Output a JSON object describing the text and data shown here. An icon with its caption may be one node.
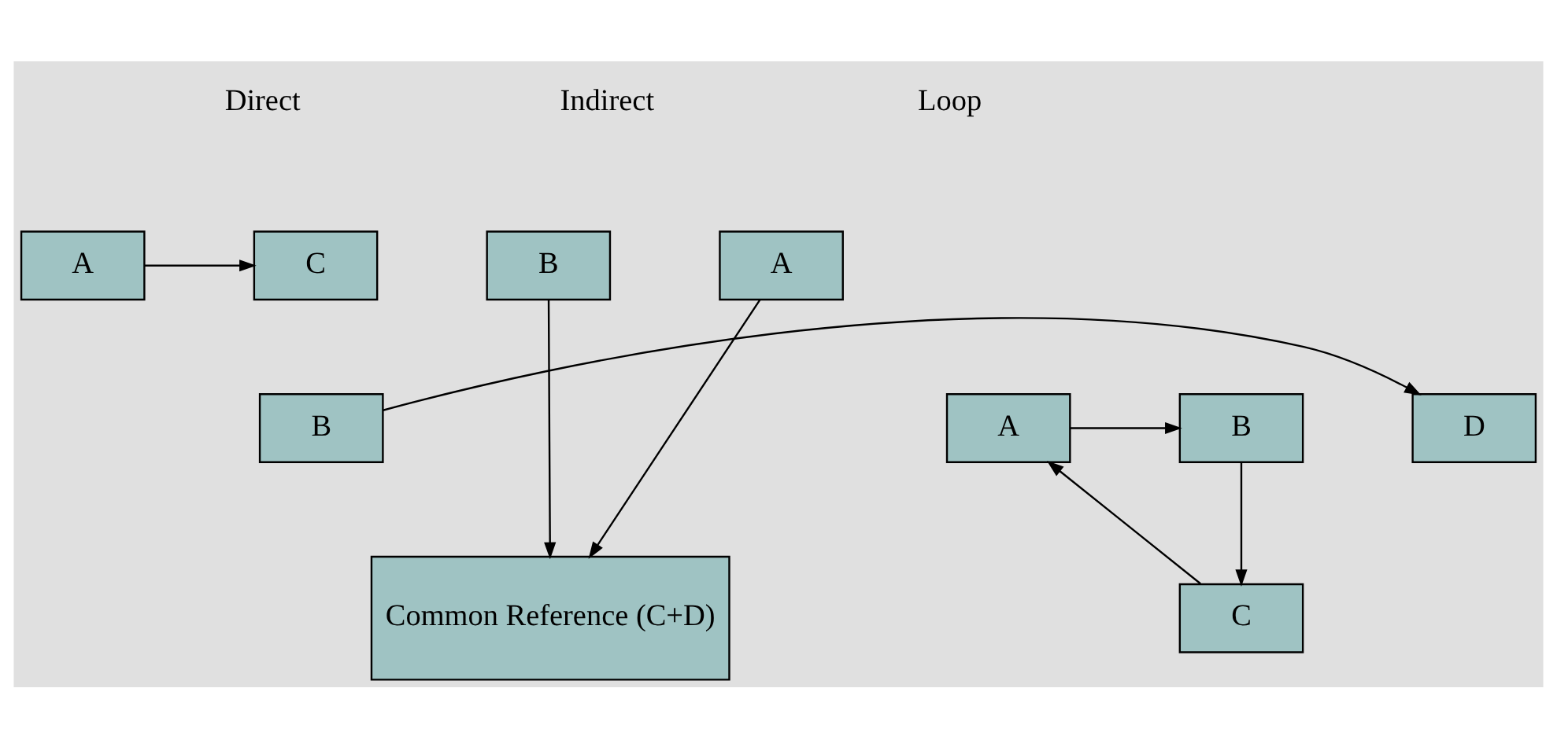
{
  "diagram": {
    "nodes": [
      {
        "text": [
          "A"
        ]
      },
      {
        "text": [
          "C"
        ]
      },
      {
        "text": [
          "B"
        ]
      },
      {
        "text": [
          "D"
        ]
      },
      {
        "text": [
          "A"
        ]
      },
      {
        "text": [
          "B"
        ]
      },
      {
        "text": [
          "Common Reference (C+D)"
        ]
      },
      {
        "text": [
          "A"
        ]
      },
      {
        "text": [
          "B"
        ]
      },
      {
        "text": [
          "C"
        ]
      }
    ],
    "edges": [
      {
        "from": 0,
        "to": 1,
        "arrow": "to"
      },
      {
        "from": 2,
        "to": 3,
        "arrow": "to"
      },
      {
        "from": 4,
        "to": 6,
        "arrow": "to"
      },
      {
        "from": 5,
        "to": 6,
        "arrow": "to"
      },
      {
        "from": 7,
        "to": 8,
        "arrow": "to"
      },
      {
        "from": 8,
        "to": 9,
        "arrow": "to"
      },
      {
        "from": 9,
        "to": 7,
        "arrow": "to"
      }
    ],
    "labels": [
      "Direct",
      "Indirect",
      "Loop"
    ]
  }
}
